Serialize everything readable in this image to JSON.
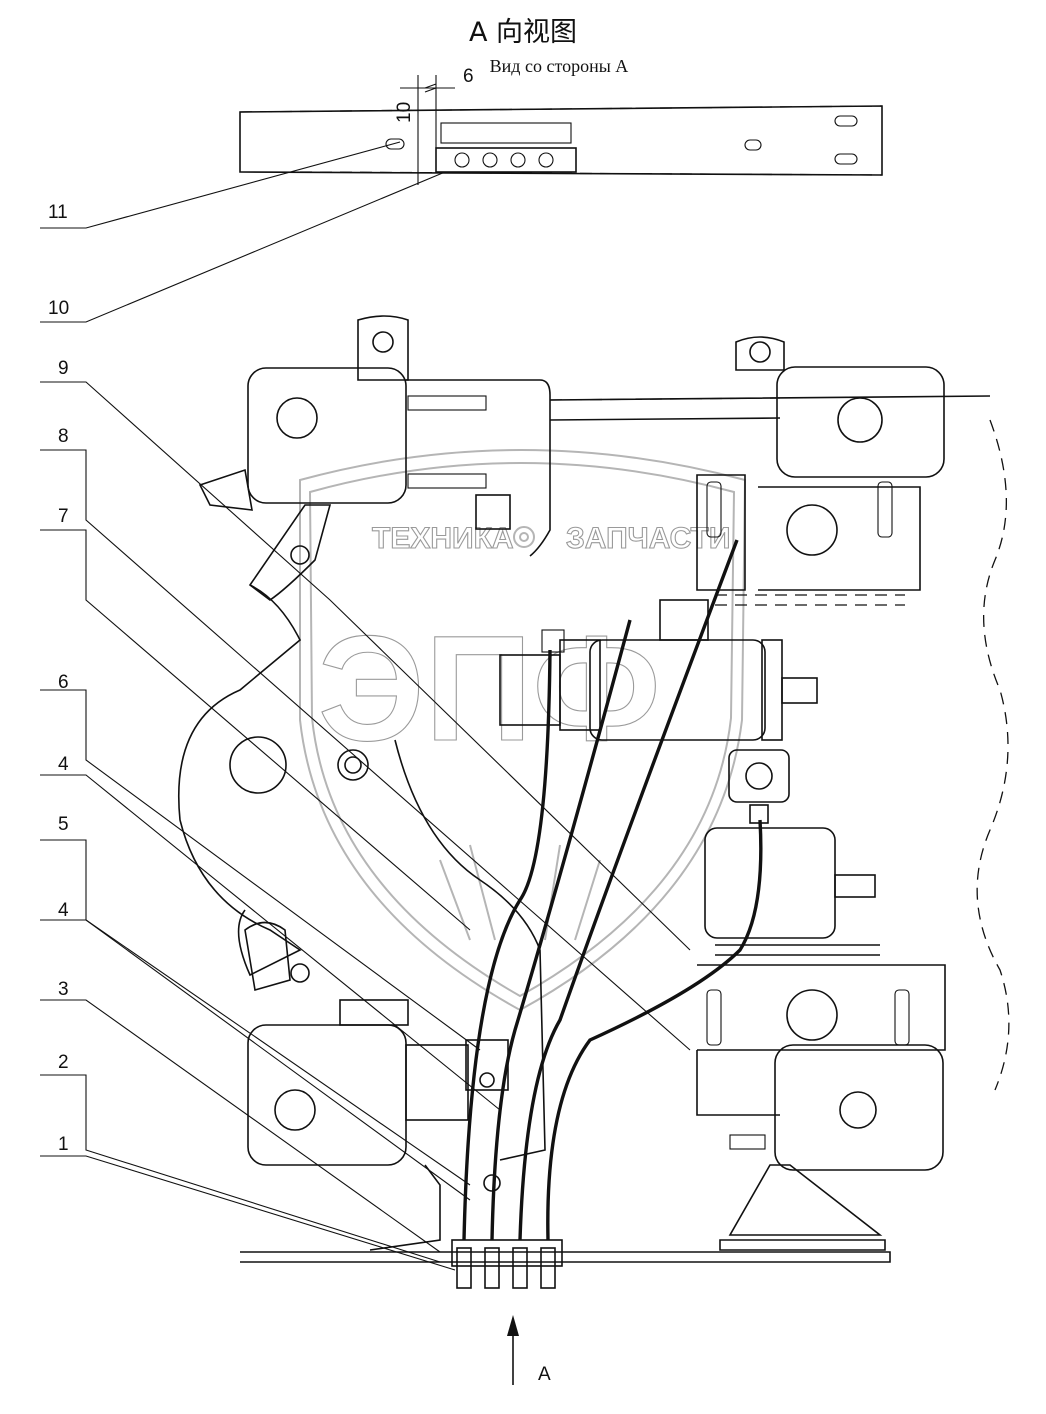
{
  "title": {
    "view_cn": "A 向视图",
    "view_ru": "Вид со стороны А"
  },
  "dimensions": {
    "horizontal": "6",
    "vertical": "10"
  },
  "arrow_label": "A",
  "watermark": {
    "text_left": "ТЕХНИКА",
    "text_right": "ЗАПЧАСТИ",
    "logo": "ЭПФ"
  },
  "callouts": [
    "11",
    "10",
    "9",
    "8",
    "7",
    "6",
    "4",
    "5",
    "4",
    "3",
    "2",
    "1"
  ],
  "colors": {
    "ink": "#111111",
    "watermark": "#b5b5b5"
  }
}
